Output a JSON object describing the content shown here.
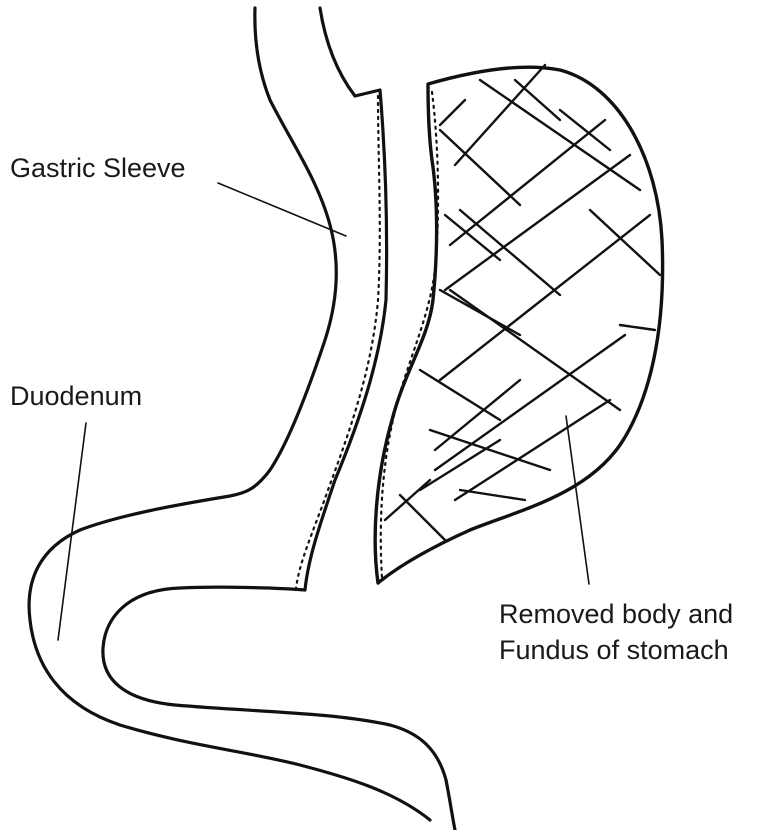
{
  "labels": {
    "gastric_sleeve": "Gastric Sleeve",
    "duodenum": "Duodenum",
    "removed_line1": "Removed body and",
    "removed_line2": "Fundus of stomach"
  },
  "colors": {
    "ink": "#111111",
    "background": "#ffffff"
  }
}
